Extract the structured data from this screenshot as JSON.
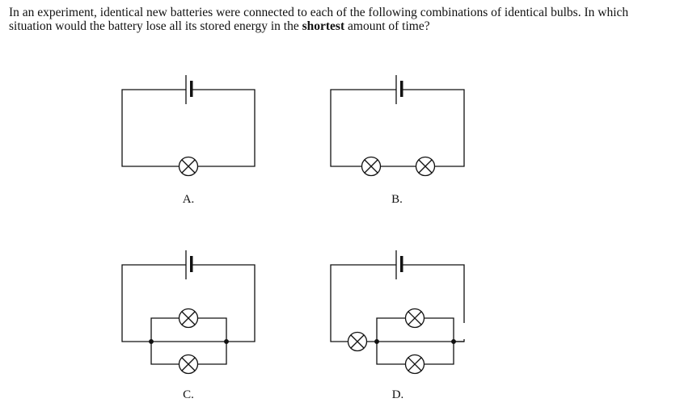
{
  "question": {
    "text_before": "In an experiment, identical new batteries were connected to each of the following combinations of identical bulbs. In which situation would the battery lose all its stored energy in the ",
    "emphasis": "shortest",
    "text_after": " amount of time?"
  },
  "options": [
    {
      "label": "A.",
      "description_icon": "single-bulb-circuit"
    },
    {
      "label": "B.",
      "description_icon": "two-bulbs-series-circuit"
    },
    {
      "label": "C.",
      "description_icon": "two-bulbs-parallel-circuit"
    },
    {
      "label": "D.",
      "description_icon": "bulb-series-with-parallel-pair-circuit"
    }
  ],
  "colors": {
    "ink": "#111111",
    "background": "#ffffff"
  }
}
